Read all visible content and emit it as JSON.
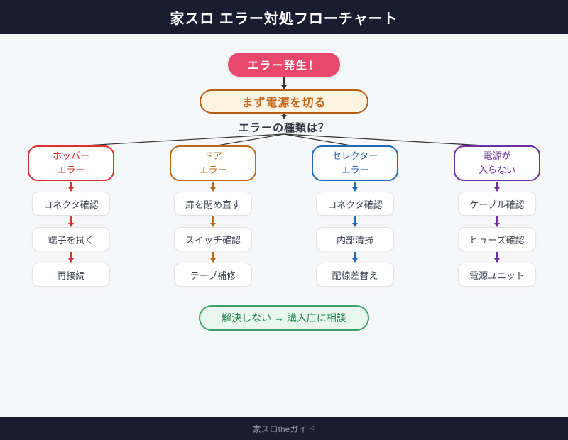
{
  "theme": {
    "page_bg": "#f6f7f9",
    "bar_bg": "#1a1c2f",
    "connector": "#333333",
    "footer_text": "#9095a6"
  },
  "header": {
    "title": "家スロ エラー対処フローチャート"
  },
  "flow": {
    "start": {
      "label": "エラー発生！",
      "bg": "#e8486b"
    },
    "power_off": {
      "label": "まず電源を切る",
      "fg": "#c2661c",
      "border": "#b55f13",
      "bg": "#fdf3e1"
    },
    "question": "エラーの種類は？",
    "branches": [
      {
        "title": "ホッパー\nエラー",
        "color": "#d93030",
        "steps": [
          "コネクタ確認",
          "端子を拭く",
          "再接続"
        ]
      },
      {
        "title": "ドア\nエラー",
        "color": "#b8691a",
        "steps": [
          "扉を閉め直す",
          "スイッチ確認",
          "テープ補修"
        ]
      },
      {
        "title": "セレクター\nエラー",
        "color": "#2268b2",
        "steps": [
          "コネクタ確認",
          "内部清掃",
          "配線差替え"
        ]
      },
      {
        "title": "電源が\n入らない",
        "color": "#6d2e9e",
        "steps": [
          "ケーブル確認",
          "ヒューズ確認",
          "電源ユニット"
        ]
      }
    ],
    "fallback": {
      "label": "解決しない → 購入店に相談",
      "fg": "#1f8148",
      "border": "#3da066",
      "bg": "#e9f6ed"
    }
  },
  "footer": {
    "text": "家スロtheガイド"
  }
}
